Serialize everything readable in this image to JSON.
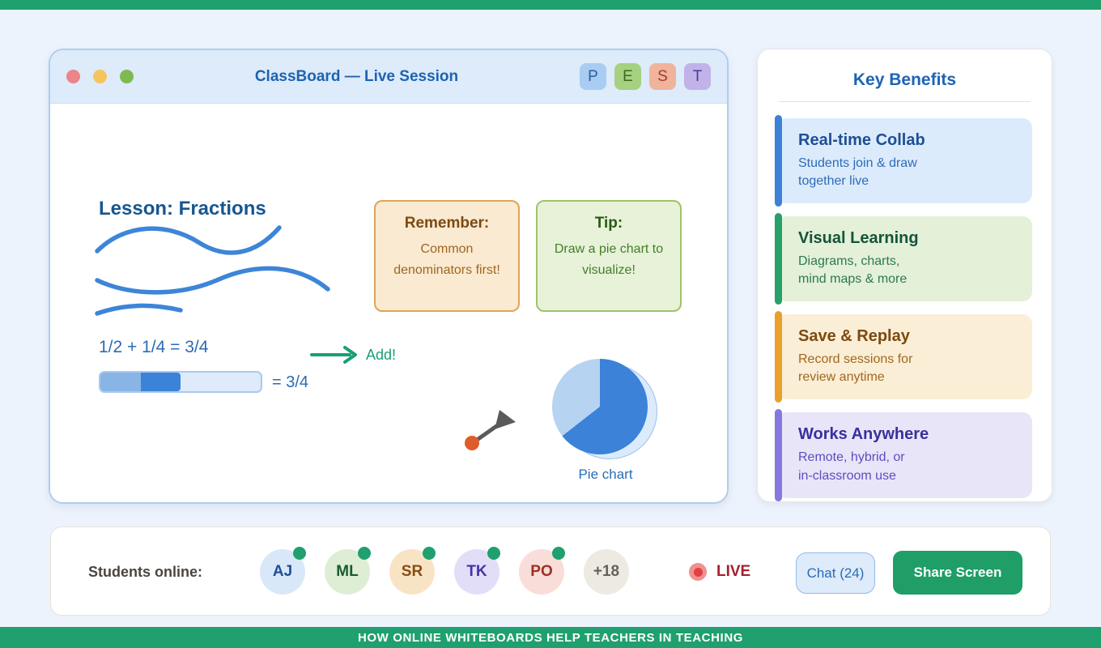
{
  "theme": {
    "brand_green": "#1FA06E",
    "brand_blue": "#3B82D8",
    "page_bg": "#EDF3FC"
  },
  "whiteboard": {
    "window_title": "ClassBoard — Live Session",
    "traffic_lights": [
      {
        "name": "close",
        "color": "#EC8488"
      },
      {
        "name": "minimize",
        "color": "#F6C45E"
      },
      {
        "name": "maximize",
        "color": "#7EBA52"
      }
    ],
    "participants": [
      {
        "label": "P",
        "bg": "#A9CDF2",
        "color": "#2B5D9E"
      },
      {
        "label": "E",
        "bg": "#A6D180",
        "color": "#3C6B1E"
      },
      {
        "label": "S",
        "bg": "#F0B39C",
        "color": "#A33C28"
      },
      {
        "label": "T",
        "bg": "#C1B2EA",
        "color": "#4A3E91"
      }
    ],
    "lesson_title": "Lesson: Fractions",
    "sticky_notes": [
      {
        "title": "Remember:",
        "body": "Common denominators first!",
        "bg": "#F9EAD1",
        "border": "#E0A35A",
        "title_color": "#7C4A12",
        "body_color": "#A0661F"
      },
      {
        "title": "Tip:",
        "body": "Draw a pie chart to visualize!",
        "bg": "#E7F2D9",
        "border": "#9FC36A",
        "title_color": "#275C14",
        "body_color": "#437F28"
      }
    ],
    "equation": "1/2 + 1/4 = 3/4",
    "fraction_bar": {
      "segments": [
        {
          "value": "1/4",
          "color": "#88B4E6",
          "width": "25%"
        },
        {
          "value": "1/4",
          "color": "#3B82D8",
          "width": "25%"
        }
      ],
      "track_color": "#DDEBFB",
      "label": "= 3/4"
    },
    "arrow_label": "Add!",
    "pie": {
      "label": "Pie chart",
      "slices": [
        {
          "name": "filled",
          "color": "#3B82D8",
          "degrees": 232
        },
        {
          "name": "remainder",
          "color": "#B7D3F2",
          "degrees": 128
        }
      ]
    }
  },
  "benefits": {
    "title": "Key Benefits",
    "cards": [
      {
        "title": "Real-time Collab",
        "body": "Students join & draw\ntogether live",
        "bg": "#DCEBFB",
        "accent": "#3B82D8",
        "title_color": "#1D4F96",
        "body_color": "#2D6CB8"
      },
      {
        "title": "Visual Learning",
        "body": "Diagrams, charts,\nmind maps & more",
        "bg": "#E4F0D7",
        "accent": "#27A169",
        "title_color": "#14543C",
        "body_color": "#2B7A55"
      },
      {
        "title": "Save & Replay",
        "body": "Record sessions for\nreview anytime",
        "bg": "#FAEED6",
        "accent": "#E9A02C",
        "title_color": "#7C4A10",
        "body_color": "#A2671D"
      },
      {
        "title": "Works Anywhere",
        "body": "Remote, hybrid, or\nin-classroom use",
        "bg": "#E9E5F9",
        "accent": "#8579E0",
        "title_color": "#38309C",
        "body_color": "#5A4FC0"
      }
    ]
  },
  "status_bar": {
    "students_label": "Students online:",
    "students": [
      {
        "initials": "AJ",
        "bg": "#D9E8F8",
        "color": "#1D4F96"
      },
      {
        "initials": "ML",
        "bg": "#DEEED4",
        "color": "#155C33"
      },
      {
        "initials": "SR",
        "bg": "#F8E4C5",
        "color": "#8A4A15"
      },
      {
        "initials": "TK",
        "bg": "#E2DEF8",
        "color": "#4433A8"
      },
      {
        "initials": "PO",
        "bg": "#F9DDD8",
        "color": "#9E2F23"
      }
    ],
    "overflow_badge": {
      "label": "+18",
      "bg": "#EDEBE1",
      "color": "#63615C"
    },
    "live_label": "LIVE",
    "chat_button": "Chat (24)",
    "share_button": "Share Screen"
  },
  "footer": {
    "caption": "HOW ONLINE WHITEBOARDS HELP TEACHERS IN TEACHING"
  }
}
